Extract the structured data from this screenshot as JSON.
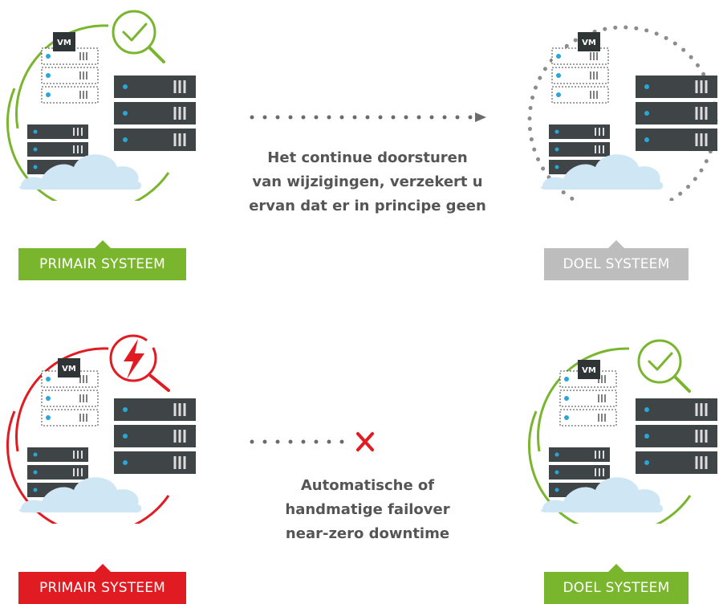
{
  "colors": {
    "green": "#7ab52e",
    "red": "#e11b22",
    "gray": "#bdbdbd",
    "server": "#3f4547",
    "dot_blue": "#29a7d9",
    "cloud": "#cfe6f5",
    "arrow": "#6b6b6b"
  },
  "top": {
    "primary": {
      "vm_label": "VM",
      "status_icon": "check-icon",
      "label": "PRIMAIR SYSTEEM"
    },
    "target": {
      "vm_label": "VM",
      "label": "DOEL SYSTEEM"
    },
    "caption": [
      "Het continue doorsturen",
      "van wijzigingen, verzekert u",
      "ervan dat er in principe geen"
    ]
  },
  "bottom": {
    "primary": {
      "vm_label": "VM",
      "status_icon": "lightning-icon",
      "label": "PRIMAIR SYSTEEM"
    },
    "target": {
      "vm_label": "VM",
      "status_icon": "check-icon",
      "label": "DOEL SYSTEEM"
    },
    "caption": [
      "Automatische of",
      "handmatige failover",
      "near-zero downtime"
    ]
  }
}
